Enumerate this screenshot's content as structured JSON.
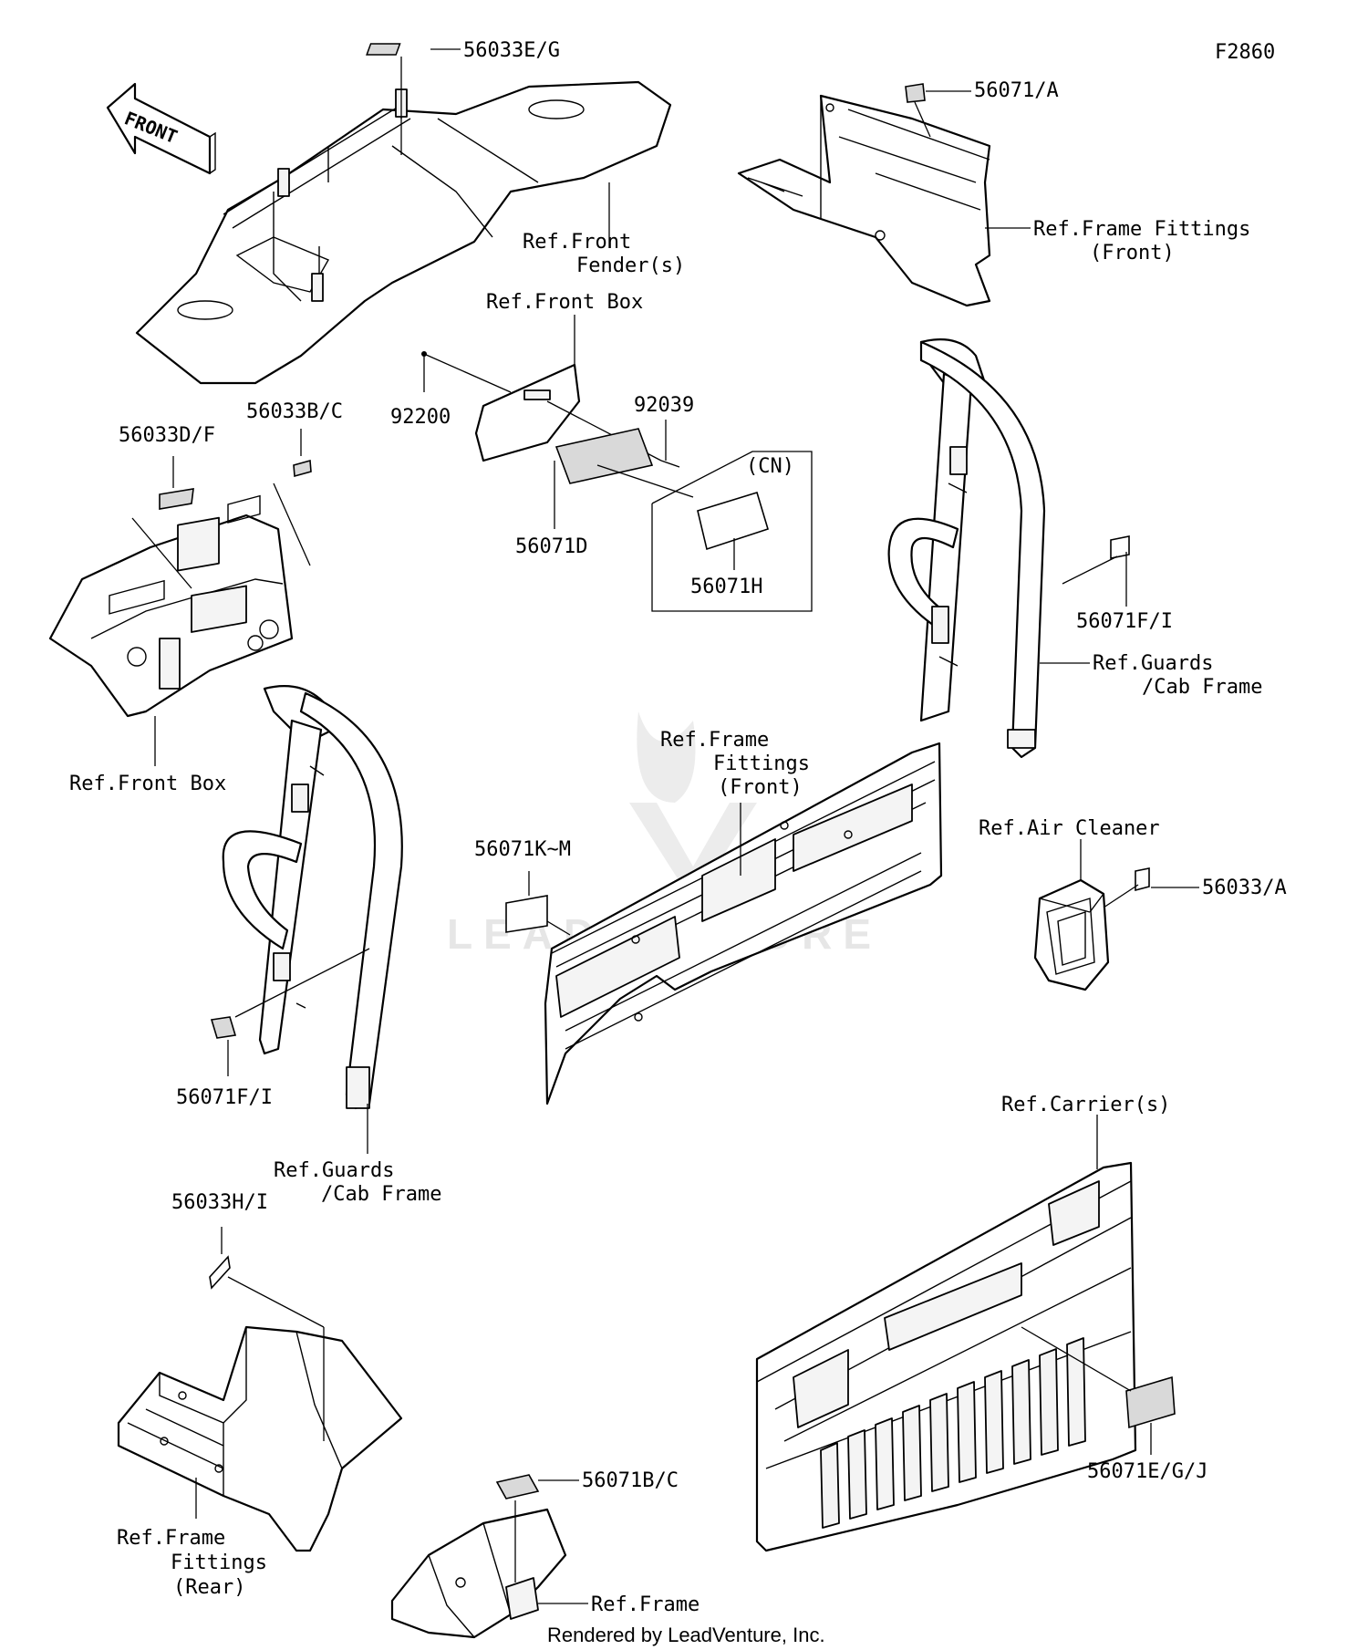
{
  "figure_code": "F2860",
  "front_arrow": "FRONT",
  "watermark": "LEADVENTURE",
  "credit": "Rendered by LeadVenture, Inc.",
  "labels": {
    "p56033EG": "56033E/G",
    "p56071A": "56071/A",
    "ref_front_fender_1": "Ref.Front",
    "ref_front_fender_2": "Fender(s)",
    "ref_frame_fittings_front_a1": "Ref.Frame Fittings",
    "ref_frame_fittings_front_a2": "(Front)",
    "ref_front_box_top": "Ref.Front Box",
    "p92200": "92200",
    "p92039": "92039",
    "cn": "(CN)",
    "p56071D": "56071D",
    "p56071H": "56071H",
    "p56033DF": "56033D/F",
    "p56033BC": "56033B/C",
    "ref_front_box_left": "Ref.Front Box",
    "p56071FI_right": "56071F/I",
    "ref_guards_right_1": "Ref.Guards",
    "ref_guards_right_2": "/Cab Frame",
    "ref_frame_fittings_front_b1": "Ref.Frame",
    "ref_frame_fittings_front_b2": "Fittings",
    "ref_frame_fittings_front_b3": "(Front)",
    "ref_air_cleaner": "Ref.Air Cleaner",
    "p56033A": "56033/A",
    "p56071KM": "56071K~M",
    "p56071FI_left": "56071F/I",
    "ref_guards_left_1": "Ref.Guards",
    "ref_guards_left_2": "/Cab Frame",
    "ref_carriers": "Ref.Carrier(s)",
    "p56033HI": "56033H/I",
    "p56071EGJ": "56071E/G/J",
    "ref_frame_fittings_rear_1": "Ref.Frame",
    "ref_frame_fittings_rear_2": "Fittings",
    "ref_frame_fittings_rear_3": "(Rear)",
    "p56071BC": "56071B/C",
    "ref_frame": "Ref.Frame"
  }
}
